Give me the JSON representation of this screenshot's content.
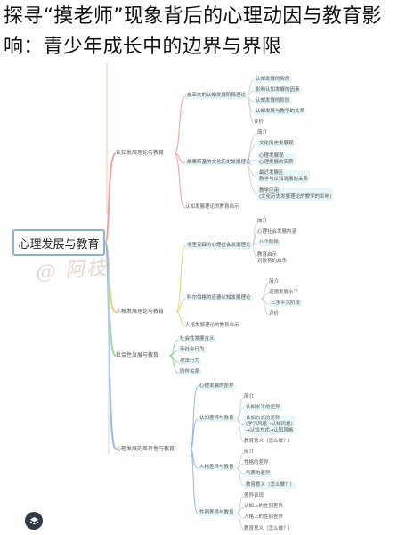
{
  "article": {
    "title": "探寻“摸老师”现象背后的心理动因与教育影响：青少年成长中的边界与界限"
  },
  "mindmap": {
    "root": "心理发展与教育",
    "watermark": "@ 阿枝",
    "branches": [
      {
        "label": "认知发展理论与教育",
        "sub": [
          {
            "label": "皮亚杰的认知发展阶段理论",
            "items": [
              "认知发展的实质",
              "影响认知发展的因素",
              "认知发展的阶段",
              "认知发展与教学的关系"
            ],
            "extra": "评价"
          },
          {
            "label": "维果斯基的文化历史发展理论",
            "items": [
              "简介",
              "文化历史发展观",
              "心理发展观\n心理发展的实质",
              "最近发展区\n教学与认知发展的关系",
              "教学应用\n(文化历史发展理论的教学的影响)"
            ]
          },
          {
            "label": "认知发展理论的教育启示",
            "items": []
          }
        ]
      },
      {
        "label": "人格发展理论与教育",
        "sub": [
          {
            "label": "埃里克森的心理社会发展理论",
            "items": [
              "简介",
              "心理社会发展内涵",
              "八个阶段",
              "教育启示\n对教育的启示"
            ]
          },
          {
            "label": "科尔伯格的道德认知发展理论",
            "items": [
              "简介",
              "道德发展水平",
              "三水平六阶段",
              "评价"
            ]
          },
          {
            "label": "人格发展理论的教育启示",
            "items": []
          }
        ]
      },
      {
        "label": "社会性发展与教育",
        "sub": [
          {
            "label": "社会性发展含义",
            "items": []
          },
          {
            "label": "亲社会行为",
            "items": []
          },
          {
            "label": "攻击行为",
            "items": []
          },
          {
            "label": "同伴关系",
            "items": []
          }
        ]
      },
      {
        "label": "心理发展的差异性与教育",
        "sub": [
          {
            "label": "心理发展的差异",
            "items": []
          },
          {
            "label": "认知差异与教育",
            "items": [
              "简介",
              "认知水平的差异",
              "认知方式的差异\n(学习风格→认知风格)\n→认知方式→认知风格",
              "教育意义（怎么做？）"
            ]
          },
          {
            "label": "人格差异与教育",
            "items": [
              "简介",
              "性格的差异",
              "气质的差异",
              "教育意义（怎么做？）"
            ]
          },
          {
            "label": "性别差异与教育",
            "items": [
              "差异表现",
              "认知上的性别差异",
              "人格上的性别差异",
              "教育意义（怎么做？）"
            ]
          }
        ]
      }
    ]
  }
}
